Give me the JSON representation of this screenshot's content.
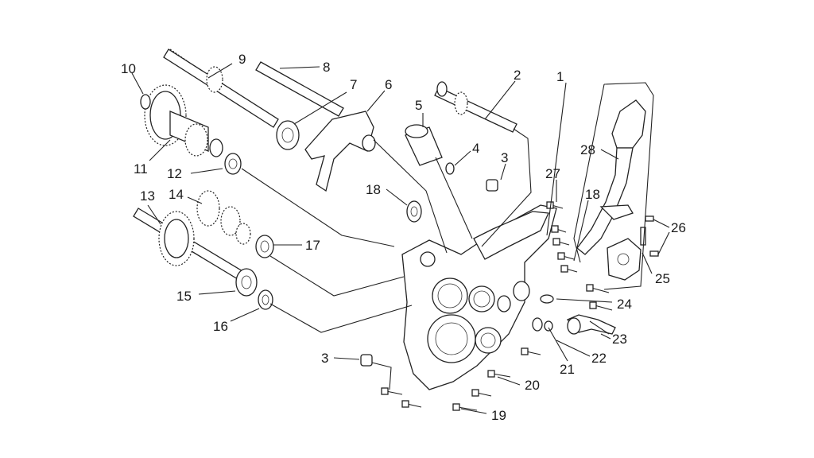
{
  "diagram": {
    "callouts": [
      {
        "id": "c1",
        "text": "1"
      },
      {
        "id": "c2",
        "text": "2"
      },
      {
        "id": "c3a",
        "text": "3"
      },
      {
        "id": "c3b",
        "text": "3"
      },
      {
        "id": "c4",
        "text": "4"
      },
      {
        "id": "c5",
        "text": "5"
      },
      {
        "id": "c6",
        "text": "6"
      },
      {
        "id": "c7",
        "text": "7"
      },
      {
        "id": "c8",
        "text": "8"
      },
      {
        "id": "c9",
        "text": "9"
      },
      {
        "id": "c10",
        "text": "10"
      },
      {
        "id": "c11",
        "text": "11"
      },
      {
        "id": "c12",
        "text": "12"
      },
      {
        "id": "c13",
        "text": "13"
      },
      {
        "id": "c14",
        "text": "14"
      },
      {
        "id": "c15",
        "text": "15"
      },
      {
        "id": "c16",
        "text": "16"
      },
      {
        "id": "c17",
        "text": "17"
      },
      {
        "id": "c18a",
        "text": "18"
      },
      {
        "id": "c18b",
        "text": "18"
      },
      {
        "id": "c19",
        "text": "19"
      },
      {
        "id": "c20",
        "text": "20"
      },
      {
        "id": "c21",
        "text": "21"
      },
      {
        "id": "c22",
        "text": "22"
      },
      {
        "id": "c23",
        "text": "23"
      },
      {
        "id": "c24",
        "text": "24"
      },
      {
        "id": "c25",
        "text": "25"
      },
      {
        "id": "c26",
        "text": "26"
      },
      {
        "id": "c27",
        "text": "27"
      },
      {
        "id": "c28",
        "text": "28"
      }
    ]
  }
}
